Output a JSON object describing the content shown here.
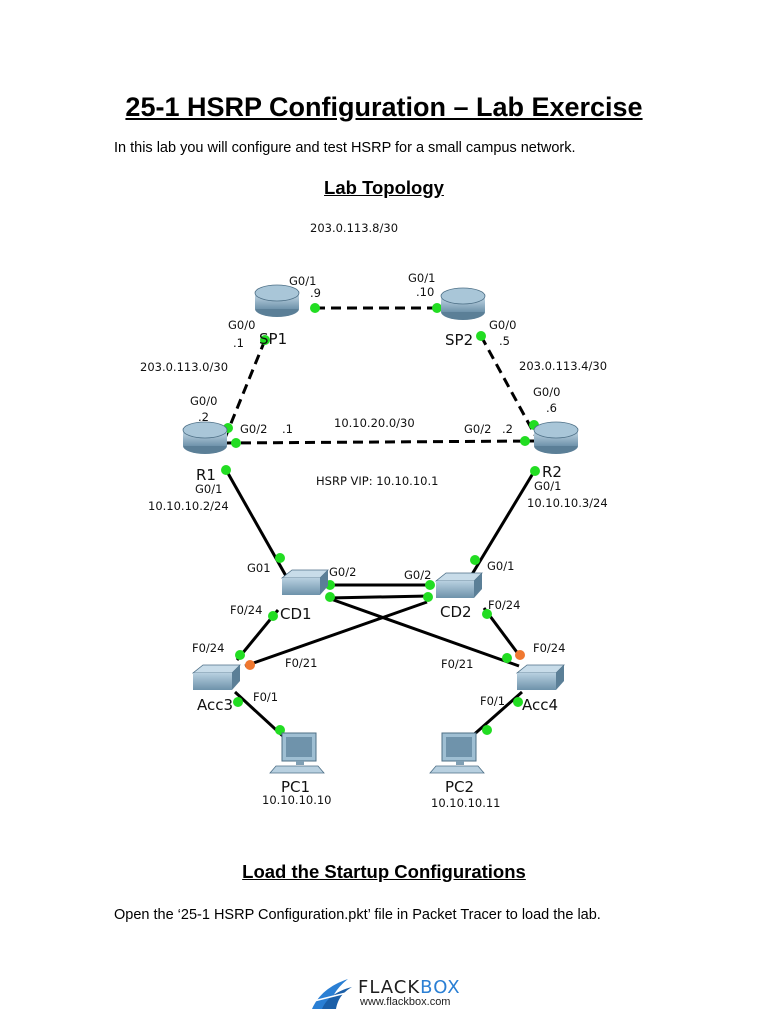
{
  "title": "25-1 HSRP Configuration – Lab Exercise",
  "intro": "In this lab you will configure and test HSRP for a small campus network.",
  "section_topology": "Lab Topology",
  "section_load": "Load the Startup Configurations",
  "load_text": "Open the ‘25-1 HSRP Configuration.pkt’ file in Packet Tracer to load the lab.",
  "topology": {
    "devices": {
      "sp1": "SP1",
      "sp2": "SP2",
      "r1": "R1",
      "r2": "R2",
      "cd1": "CD1",
      "cd2": "CD2",
      "acc3": "Acc3",
      "acc4": "Acc4",
      "pc1": "PC1",
      "pc2": "PC2"
    },
    "networks": {
      "sp_link": "203.0.113.8/30",
      "r1_sp1": "203.0.113.0/30",
      "r2_sp2": "203.0.113.4/30",
      "r1_r2": "10.10.20.0/30",
      "hsrp_vip": "HSRP VIP: 10.10.10.1",
      "r1_lan": "10.10.10.2/24",
      "r2_lan": "10.10.10.3/24",
      "pc1_ip": "10.10.10.10",
      "pc2_ip": "10.10.10.11"
    },
    "interfaces": {
      "sp1_g01": "G0/1",
      "sp1_g01_ip": ".9",
      "sp2_g01": "G0/1",
      "sp2_g01_ip": ".10",
      "sp1_g00": "G0/0",
      "sp1_g00_ip": ".1",
      "sp2_g00": "G0/0",
      "sp2_g00_ip": ".5",
      "r1_g00": "G0/0",
      "r1_g00_ip": ".2",
      "r2_g00": "G0/0",
      "r2_g00_ip": ".6",
      "r1_g02": "G0/2",
      "r1_g02_ip": ".1",
      "r2_g02": "G0/2",
      "r2_g02_ip": ".2",
      "r1_g01": "G0/1",
      "r2_g01": "G0/1",
      "cd1_g01": "G01",
      "cd2_g01": "G0/1",
      "cd1_g02": "G0/2",
      "cd2_g02": "G0/2",
      "cd1_f024": "F0/24",
      "cd2_f024": "F0/24",
      "acc3_f024": "F0/24",
      "acc4_f024": "F0/24",
      "acc3_f021": "F0/21",
      "acc4_f021": "F0/21",
      "acc3_f01": "F0/1",
      "acc4_f01": "F0/1"
    },
    "colors": {
      "link_up": "#22dd22",
      "link_blocked": "#f07830",
      "device_fill": "#8fb4cc",
      "device_dark": "#5b7f97"
    }
  },
  "logo": {
    "brand_prefix": "FLACK",
    "brand_suffix": "BOX",
    "url": "www.flackbox.com"
  }
}
